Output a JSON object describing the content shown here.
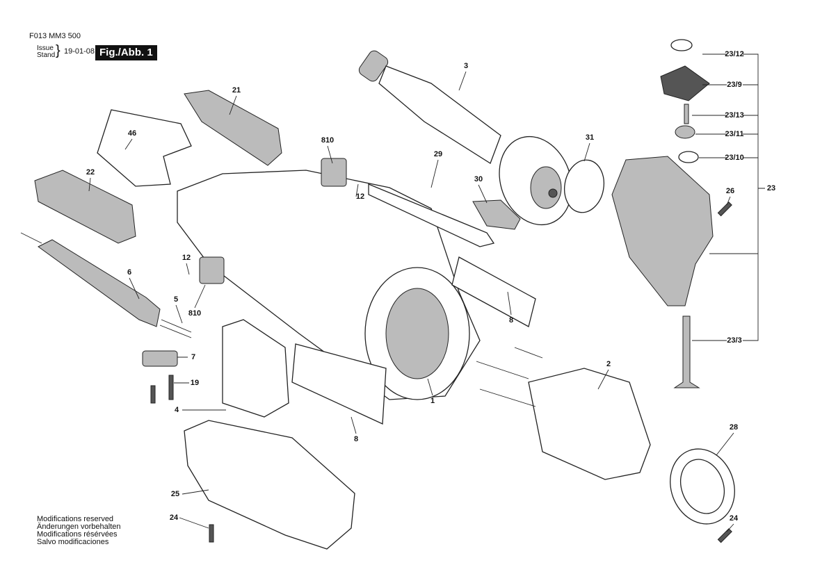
{
  "header": {
    "doc_number": "F013 MM3 500",
    "issue_label": "Issue",
    "stand_label": "Stand",
    "date": "19-01-08",
    "figure": "Fig./Abb. 1"
  },
  "footer": [
    "Modifications reserved",
    "Änderungen vorbehalten",
    "Modifications résérvées",
    "Salvo modificaciones"
  ],
  "parts": [
    "3",
    "21",
    "46",
    "810",
    "29",
    "31",
    "22",
    "30",
    "12",
    "26",
    "12",
    "6",
    "5",
    "810",
    "8",
    "7",
    "19",
    "2",
    "1",
    "4",
    "8",
    "28",
    "25",
    "24",
    "24"
  ],
  "assembly_23": {
    "parts": [
      "23/12",
      "23/9",
      "23/13",
      "23/11",
      "23/10",
      "23/3"
    ],
    "group": "23"
  }
}
